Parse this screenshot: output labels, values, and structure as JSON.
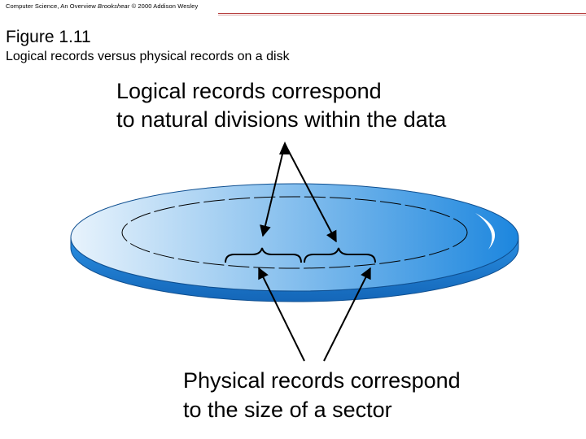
{
  "header": {
    "prefix": "Computer Science, An Overview ",
    "brand": "Brookshear",
    "suffix": " © 2000  Addison Wesley"
  },
  "figure": {
    "title": "Figure 1.11",
    "caption": "Logical records versus physical records on a disk"
  },
  "labels": {
    "logical_line1": "Logical records correspond",
    "logical_line2": "to natural divisions within the data",
    "physical_line1": "Physical records correspond",
    "physical_line2": "to the size of a sector"
  },
  "colors": {
    "disk_light": "#e6f2fc",
    "disk_dark": "#1f8ae0",
    "disk_edge": "#1a78cf",
    "header_rule": "#b53a3a"
  }
}
